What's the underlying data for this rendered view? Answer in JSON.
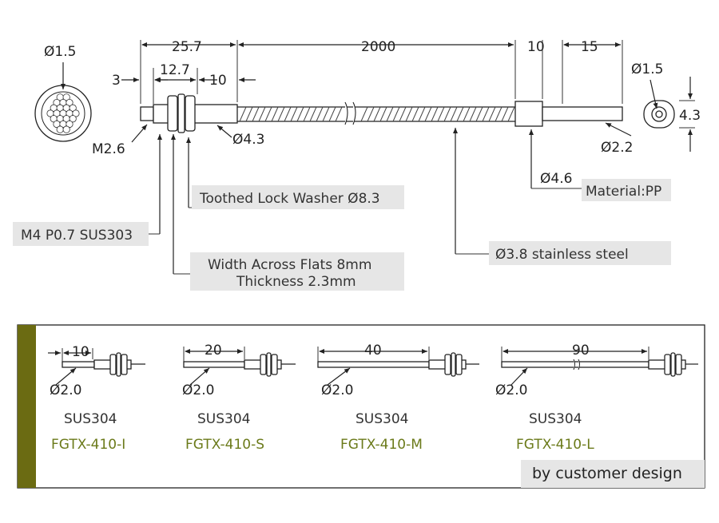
{
  "colors": {
    "accent": "#6b6b12",
    "label_bg": "#e6e6e6",
    "code_text": "#6b7a1a"
  },
  "main": {
    "dims": {
      "d_fiber": "Ø1.5",
      "len_3": "3",
      "len_25_7": "25.7",
      "len_12_7": "12.7",
      "len_10a": "10",
      "len_2000": "2000",
      "len_10b": "10",
      "len_15": "15",
      "d_tip": "Ø1.5",
      "d_end": "4.3",
      "m_thread": "M2.6",
      "d_4_3": "Ø4.3",
      "d_2_2": "Ø2.2",
      "d_4_6": "Ø4.6"
    },
    "labels": {
      "washer": "Toothed Lock Washer Ø8.3",
      "thread": "M4 P0.7 SUS303",
      "flats_1": "Width Across Flats 8mm",
      "flats_2": "Thickness 2.3mm",
      "material": "Material:PP",
      "tube": "Ø3.8 stainless steel"
    }
  },
  "variants": [
    {
      "length": "10",
      "diameter": "Ø2.0",
      "material": "SUS304",
      "code": "FGTX-410-I"
    },
    {
      "length": "20",
      "diameter": "Ø2.0",
      "material": "SUS304",
      "code": "FGTX-410-S"
    },
    {
      "length": "40",
      "diameter": "Ø2.0",
      "material": "SUS304",
      "code": "FGTX-410-M"
    },
    {
      "length": "90",
      "diameter": "Ø2.0",
      "material": "SUS304",
      "code": "FGTX-410-L"
    }
  ],
  "footer_note": "by customer design"
}
